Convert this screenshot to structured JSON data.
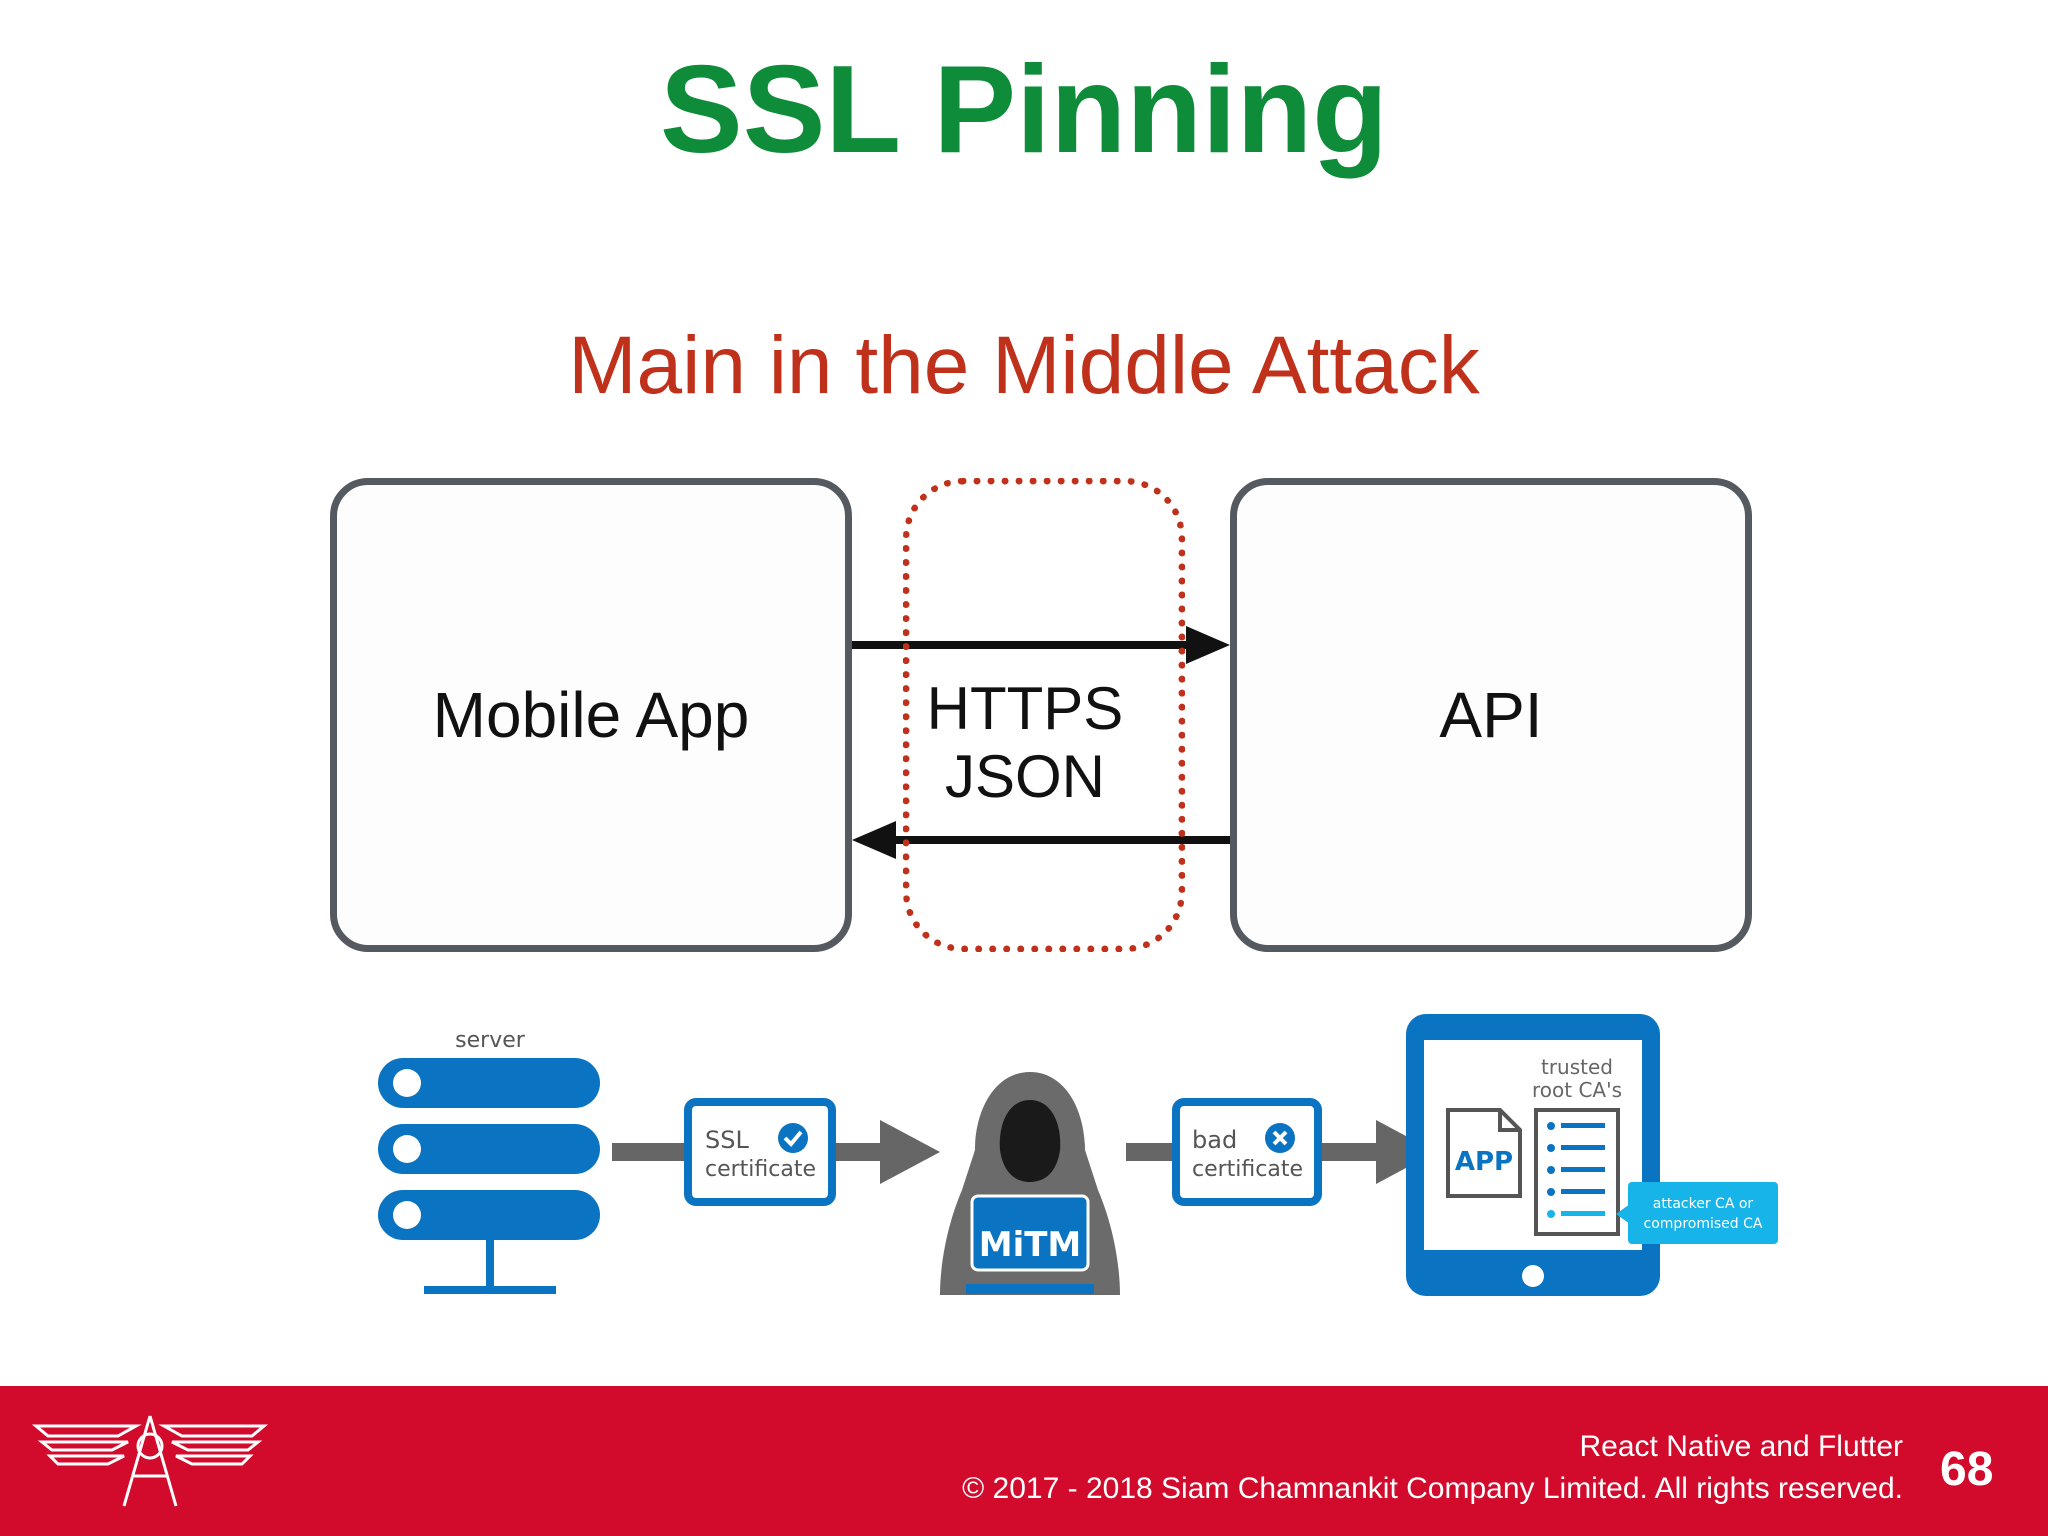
{
  "slide": {
    "title": "SSL Pinning",
    "subtitle": "Main in the Middle Attack"
  },
  "diagram": {
    "left_box": "Mobile App",
    "right_box": "API",
    "protocol_line1": "HTTPS",
    "protocol_line2": "JSON"
  },
  "illustration": {
    "server_label": "server",
    "ssl_cert_line1": "SSL",
    "ssl_cert_line2": "certificate",
    "mitm_label": "MiTM",
    "bad_cert_line1": "bad",
    "bad_cert_line2": "certificate",
    "trusted_line1": "trusted",
    "trusted_line2": "root CA's",
    "app_label": "APP",
    "attacker_line1": "attacker CA or",
    "attacker_line2": "compromised CA"
  },
  "footer": {
    "course": "React Native and Flutter",
    "copyright": "© 2017 - 2018 Siam Chamnankit Company Limited. All rights reserved.",
    "page_number": "68"
  },
  "colors": {
    "title": "#0e8c3a",
    "subtitle": "#c0311b",
    "footer_bg": "#d20a2c",
    "illustration_blue": "#0a73c2",
    "cyan_tag": "#16b4e8"
  }
}
